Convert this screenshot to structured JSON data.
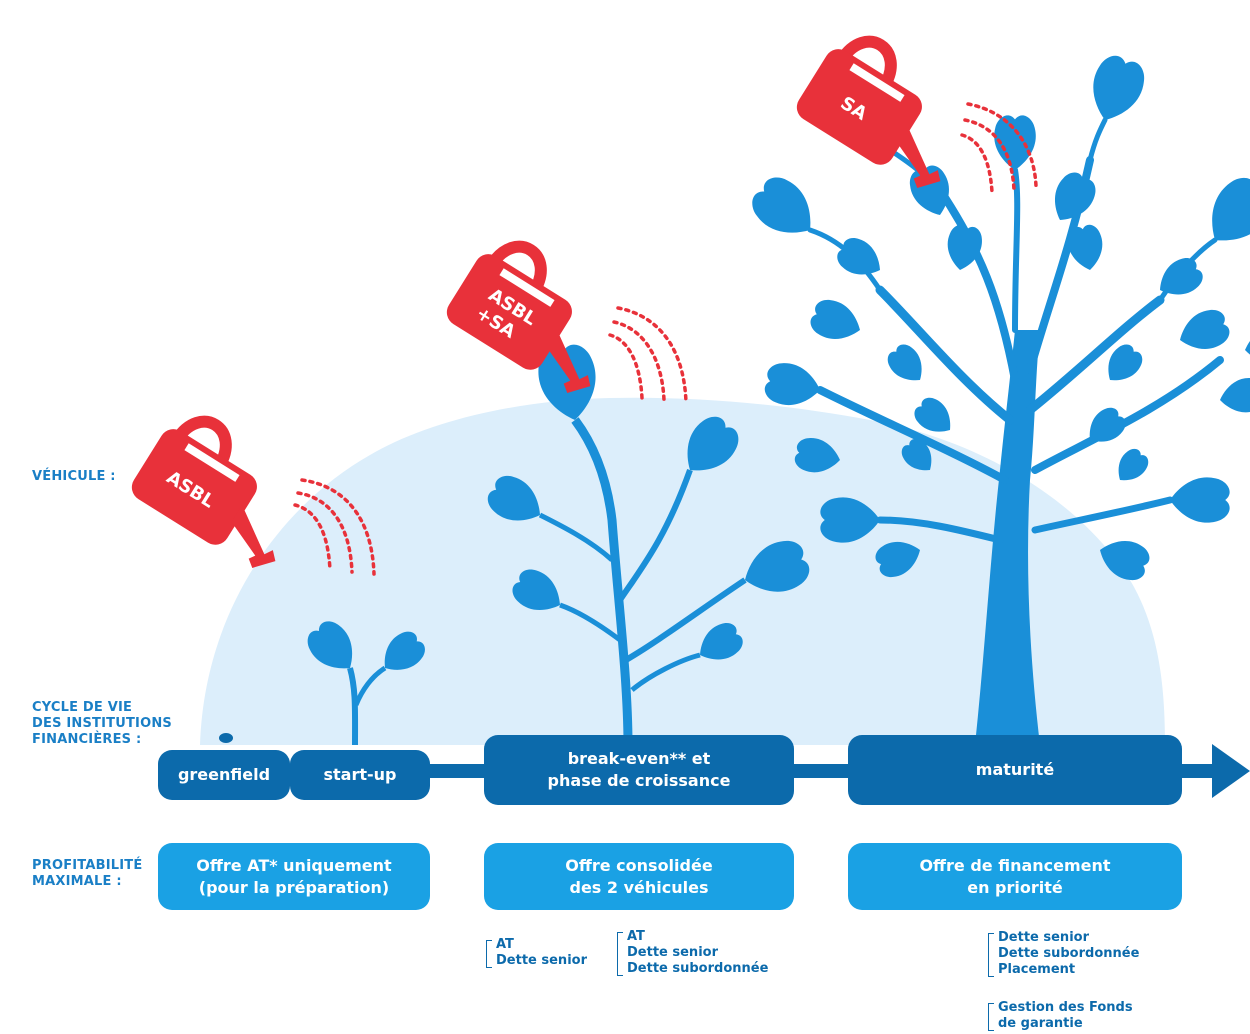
{
  "row_labels": {
    "vehicle": "VÉHICULE :",
    "lifecycle": "CYCLE DE VIE\nDES INSTITUTIONS\nFINANCIÈRES :",
    "profitability": "PROFITABILITÉ\nMAXIMALE :"
  },
  "cans": {
    "asbl": "ASBL",
    "asbl_sa_1": "ASBL",
    "asbl_sa_2": "+SA",
    "sa": "SA"
  },
  "stages": {
    "greenfield": "greenfield",
    "startup": "start-up",
    "breakeven": "break-even** et\nphase de croissance",
    "maturity": "maturité"
  },
  "offers": {
    "at_only": "Offre AT* uniquement\n(pour la préparation)",
    "consolidated": "Offre consolidée\ndes 2 véhicules",
    "financing": "Offre de financement\nen priorité"
  },
  "products": {
    "breakeven_left": "AT\nDette senior",
    "breakeven_right": "AT\nDette senior\nDette subordonnée",
    "maturity_main": "Dette senior\nDette subordonnée\nPlacement",
    "maturity_guarantee": "Gestion des Fonds\nde garantie"
  },
  "colors": {
    "red": "#e8313a",
    "blue_dark": "#0c6aab",
    "blue_mid": "#1aa1e4",
    "blue_light": "#dceefb"
  }
}
